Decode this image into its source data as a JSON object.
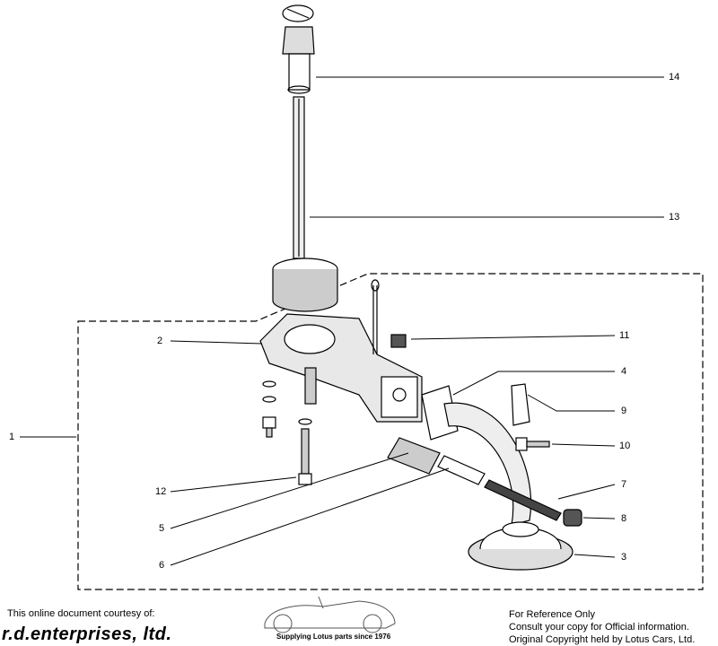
{
  "diagram": {
    "callouts": [
      "14",
      "13",
      "11",
      "2",
      "4",
      "9",
      "1",
      "10",
      "7",
      "12",
      "8",
      "5",
      "3",
      "6"
    ]
  },
  "footer": {
    "courtesy": "This online document courtesy of:",
    "brand": "r.d.enterprises, ltd.",
    "tagline": "Supplying Lotus parts since 1976",
    "reference_lines": [
      "For Reference Only",
      "Consult your copy for Official information.",
      "Original Copyright held by Lotus Cars, Ltd."
    ]
  }
}
